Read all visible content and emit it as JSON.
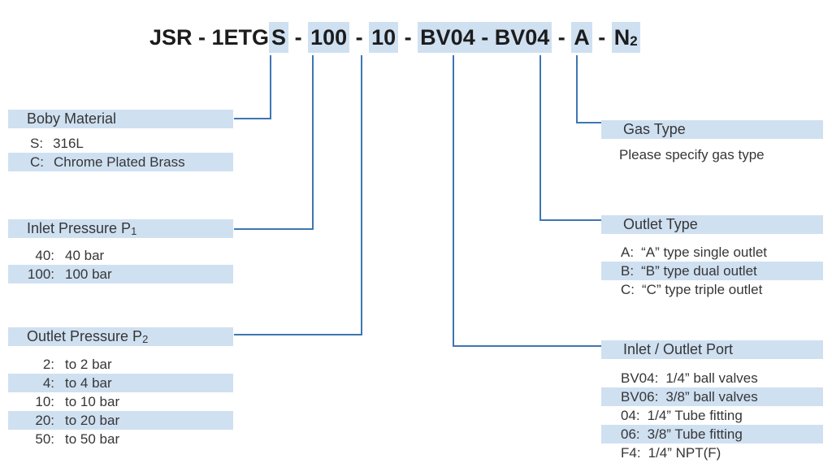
{
  "accent": {
    "highlight": "#cfe0f1",
    "line": "#3e76b1"
  },
  "title": {
    "full_code": "JSR - 1ETGS - 100 - 10 - BV04 - BV04 - A - N2",
    "segments": [
      {
        "text": "JSR - 1ETG",
        "highlighted": false
      },
      {
        "text": "S",
        "highlighted": true
      },
      {
        "text": " - ",
        "highlighted": false
      },
      {
        "text": "100",
        "highlighted": true
      },
      {
        "text": " - ",
        "highlighted": false
      },
      {
        "text": "10",
        "highlighted": true
      },
      {
        "text": " - ",
        "highlighted": false
      },
      {
        "text": "BV04 - BV04",
        "highlighted": true
      },
      {
        "text": " - ",
        "highlighted": false
      },
      {
        "text": "A",
        "highlighted": true
      },
      {
        "text": " - ",
        "highlighted": false
      },
      {
        "text": "N",
        "highlighted": true,
        "sub": "2"
      }
    ]
  },
  "sections": {
    "body_material": {
      "header": "Boby Material",
      "items": [
        {
          "code": "S:",
          "label": "316L",
          "highlighted": false
        },
        {
          "code": "C:",
          "label": "Chrome Plated Brass",
          "highlighted": true
        }
      ]
    },
    "inlet_pressure": {
      "header": "Inlet Pressure P",
      "header_sub": "1",
      "items": [
        {
          "code": "40:",
          "label": "40 bar",
          "highlighted": false
        },
        {
          "code": "100:",
          "label": "100 bar",
          "highlighted": true
        }
      ]
    },
    "outlet_pressure": {
      "header": "Outlet Pressure P",
      "header_sub": "2",
      "items": [
        {
          "code": "2:",
          "label": "to 2 bar",
          "highlighted": false
        },
        {
          "code": "4:",
          "label": "to 4 bar",
          "highlighted": true
        },
        {
          "code": "10:",
          "label": "to 10 bar",
          "highlighted": false
        },
        {
          "code": "20:",
          "label": "to 20 bar",
          "highlighted": true
        },
        {
          "code": "50:",
          "label": "to 50 bar",
          "highlighted": false
        }
      ]
    },
    "gas_type": {
      "header": "Gas Type",
      "note": "Please specify gas type"
    },
    "outlet_type": {
      "header": "Outlet Type",
      "items": [
        {
          "code": "A:",
          "label": "“A” type single outlet",
          "highlighted": false
        },
        {
          "code": "B:",
          "label": "“B” type dual outlet",
          "highlighted": true
        },
        {
          "code": "C:",
          "label": "“C” type triple outlet",
          "highlighted": false
        }
      ]
    },
    "inlet_outlet_port": {
      "header": "Inlet / Outlet Port",
      "items": [
        {
          "code": "BV04:",
          "label": "1/4” ball valves",
          "highlighted": false
        },
        {
          "code": "BV06:",
          "label": "3/8” ball valves",
          "highlighted": true
        },
        {
          "code": "04:",
          "label": "1/4” Tube fitting",
          "highlighted": false
        },
        {
          "code": "06:",
          "label": "3/8” Tube fitting",
          "highlighted": true
        },
        {
          "code": "F4:",
          "label": "1/4” NPT(F)",
          "highlighted": false
        }
      ]
    }
  }
}
